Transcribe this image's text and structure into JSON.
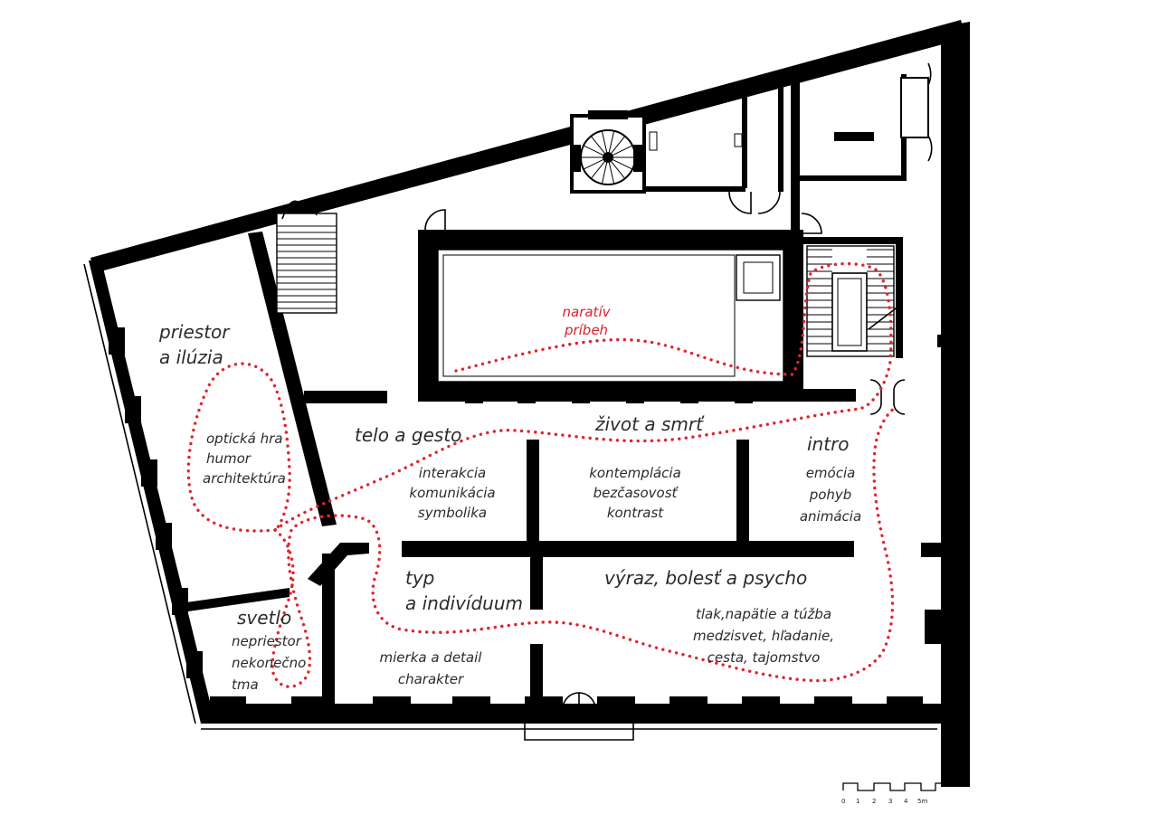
{
  "colors": {
    "wall": "#000000",
    "route": "#e0252c",
    "narrative": "#d9232a",
    "text": "#2b2b2b",
    "background": "#ffffff"
  },
  "rooms": {
    "priestor": {
      "title_1": "priestor",
      "title_2": "a ilúzia",
      "sub_1": "optická hra",
      "sub_2": "humor",
      "sub_3": "architektúra"
    },
    "narativ": {
      "line_1": "naratív",
      "line_2": "príbeh"
    },
    "telo": {
      "title": "telo a gesto",
      "sub_1": "interakcia",
      "sub_2": "komunikácia",
      "sub_3": "symbolika"
    },
    "zivot": {
      "title": "život a smrť",
      "sub_1": "kontemplácia",
      "sub_2": "bezčasovosť",
      "sub_3": "kontrast"
    },
    "intro": {
      "title": "intro",
      "sub_1": "emócia",
      "sub_2": "pohyb",
      "sub_3": "animácia"
    },
    "svetlo": {
      "title": "svetlo",
      "sub_1": "nepriestor",
      "sub_2": "nekonečno",
      "sub_3": "tma"
    },
    "typ": {
      "title_1": "typ",
      "title_2": "a indivíduum"
    },
    "mierka": {
      "sub_1": "mierka a detail",
      "sub_2": "charakter"
    },
    "vyraz": {
      "title": "výraz, bolesť a psycho",
      "sub_1": "tlak,napätie a túžba",
      "sub_2": "medzisvet, hľadanie,",
      "sub_3": "cesta, tajomstvo"
    }
  },
  "scale_bar": {
    "labels": [
      "0",
      "1",
      "2",
      "3",
      "4",
      "5m"
    ]
  }
}
